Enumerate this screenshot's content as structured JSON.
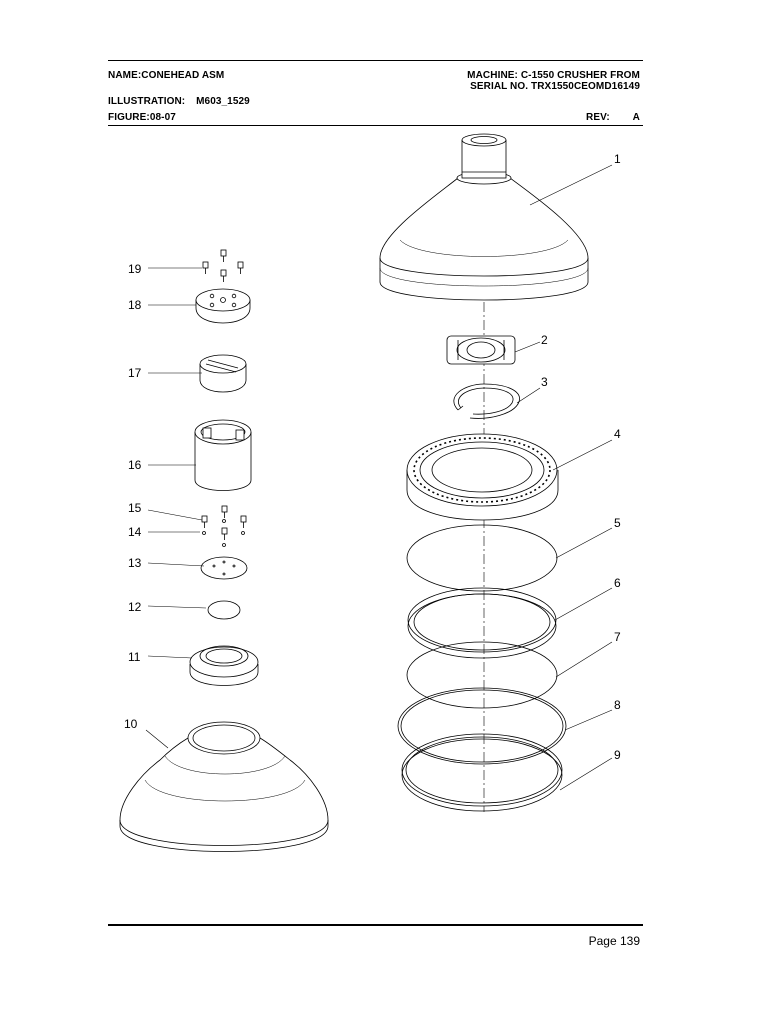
{
  "header": {
    "name_label": "NAME:",
    "name_value": "CONEHEAD ASM",
    "machine_line1": "MACHINE: C-1550 CRUSHER FROM",
    "machine_line2": "SERIAL NO. TRX1550CEOMD16149",
    "illustration_label": "ILLUSTRATION:",
    "illustration_value": "M603_1529",
    "figure_label": "FIGURE:",
    "figure_value": "08-07",
    "rev_label": "REV:",
    "rev_value": "A"
  },
  "callouts": [
    "1",
    "2",
    "3",
    "4",
    "5",
    "6",
    "7",
    "8",
    "9",
    "10",
    "11",
    "12",
    "13",
    "14",
    "15",
    "16",
    "17",
    "18",
    "19"
  ],
  "footer": {
    "page": "Page 139"
  }
}
